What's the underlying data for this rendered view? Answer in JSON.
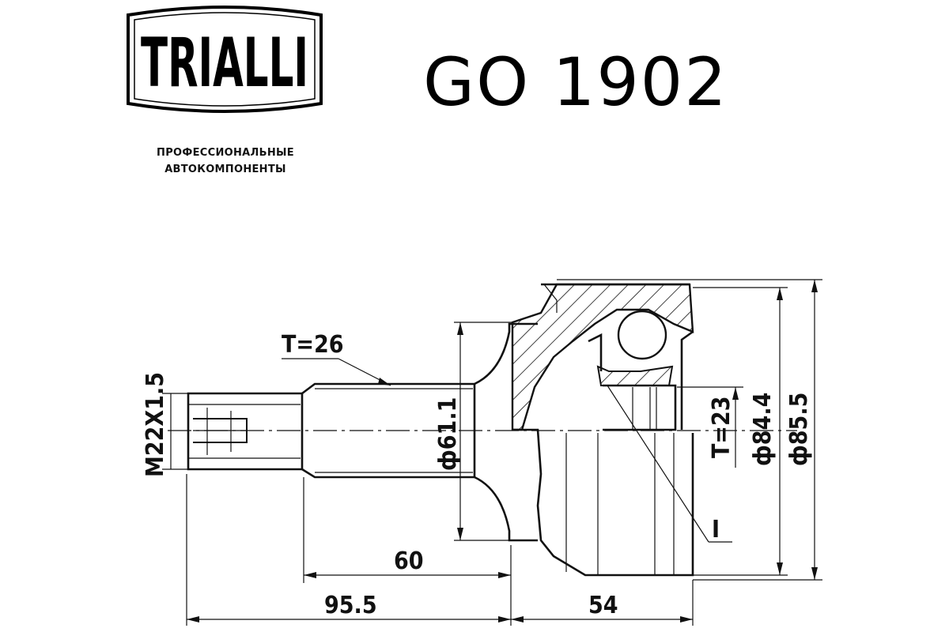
{
  "brand": {
    "name": "TRIALLI",
    "tagline_line1": "ПРОФЕССИОНАЛЬНЫЕ",
    "tagline_line2": "АВТОКОМПОНЕНТЫ"
  },
  "part_number": "GO 1902",
  "dimensions": {
    "thread": "M22X1.5",
    "spline_count_shaft": "T=26",
    "spline_count_inner": "T=23",
    "shaft_flange_diameter": "ф61.1",
    "inner_diameter": "ф84.4",
    "outer_diameter": "ф85.5",
    "shaft_length": "60",
    "total_shaft_length": "95.5",
    "housing_length": "54",
    "marker": "I"
  }
}
